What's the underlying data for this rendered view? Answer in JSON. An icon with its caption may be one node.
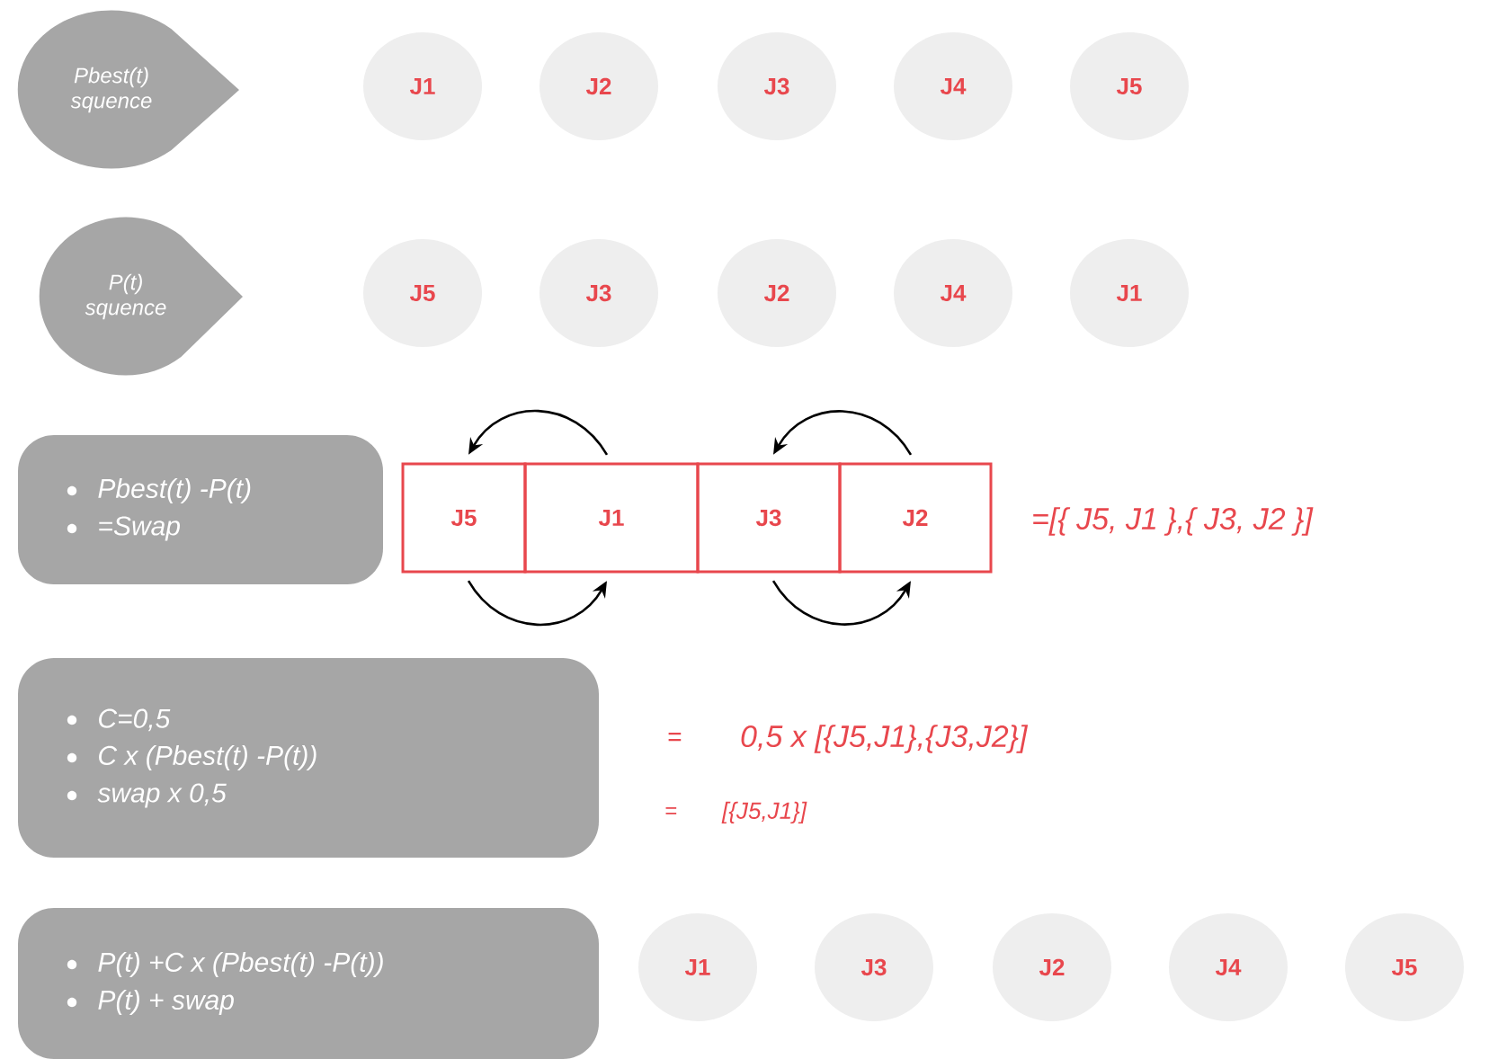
{
  "diagram": {
    "nodes": [
      {
        "text": [
          "Pbest(t) squence"
        ]
      },
      {
        "text": [
          "J1"
        ]
      },
      {
        "text": [
          "J2"
        ]
      },
      {
        "text": [
          "J3"
        ]
      },
      {
        "text": [
          "J4"
        ]
      },
      {
        "text": [
          "J5"
        ]
      },
      {
        "text": [
          "P(t) squence"
        ]
      },
      {
        "text": [
          "J5"
        ]
      },
      {
        "text": [
          "J3"
        ]
      },
      {
        "text": [
          "J2"
        ]
      },
      {
        "text": [
          "J4"
        ]
      },
      {
        "text": [
          "J1"
        ]
      },
      {
        "text": [
          "Pbest(t) -P(t)",
          "=Swap"
        ]
      },
      {
        "text": [
          "J5"
        ]
      },
      {
        "text": [
          "J1"
        ]
      },
      {
        "text": [
          "J3"
        ]
      },
      {
        "text": [
          "J2"
        ]
      },
      {
        "text": [
          "C=0,5",
          "C x (Pbest(t) -P(t))",
          "swap x 0,5"
        ]
      },
      {
        "text": [
          "P(t) +C x (Pbest(t) -P(t))",
          "P(t) + swap"
        ]
      },
      {
        "text": [
          "J1"
        ]
      },
      {
        "text": [
          "J3"
        ]
      },
      {
        "text": [
          "J2"
        ]
      },
      {
        "text": [
          "J4"
        ]
      },
      {
        "text": [
          "J5"
        ]
      }
    ],
    "edges": [
      {
        "from": 14,
        "to": 13,
        "arrow": "to"
      },
      {
        "from": 16,
        "to": 15,
        "arrow": "to"
      },
      {
        "from": 13,
        "to": 14,
        "arrow": "to"
      },
      {
        "from": 15,
        "to": 16,
        "arrow": "to"
      }
    ],
    "labels": [
      "=[{ J5, J1 },{ J3, J2 }]",
      "=",
      "0,5 x [{J5,J1},{J3,J2}]",
      "=",
      "[{J5,J1}]"
    ]
  }
}
